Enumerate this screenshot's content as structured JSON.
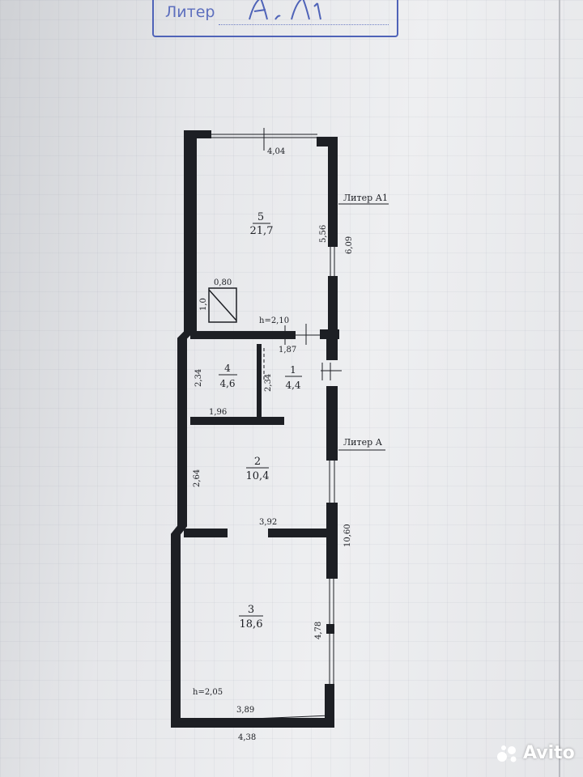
{
  "stamp": {
    "label": "Литер",
    "handwriting": "А, А1"
  },
  "rooms": [
    {
      "number": "5",
      "area": "21,7"
    },
    {
      "number": "4",
      "area": "4,6"
    },
    {
      "number": "1",
      "area": "4,4"
    },
    {
      "number": "2",
      "area": "10,4"
    },
    {
      "number": "3",
      "area": "18,6"
    }
  ],
  "dimensions": {
    "top_width": "4,04",
    "room5_length": "5,56",
    "litera_a1_length": "6,09",
    "stove_width": "0,80",
    "stove_depth": "1,0",
    "height_a1": "h=2,10",
    "room1_width": "1,87",
    "room4_depth": "2,34",
    "partition_depth": "2,34",
    "room4_width": "1,96",
    "room2_depth": "2,64",
    "room2_width": "3,92",
    "litera_a_length": "10,60",
    "room3_length": "4,78",
    "height_a": "h=2,05",
    "room3_width": "3,89",
    "outer_width": "4,38"
  },
  "labels": {
    "litera_a1": "Литер А1",
    "litera_a": "Литер А"
  },
  "watermark": {
    "brand": "Avito"
  },
  "colors": {
    "wall": "#1d1f24",
    "stamp_ink": "#4f63b8"
  }
}
